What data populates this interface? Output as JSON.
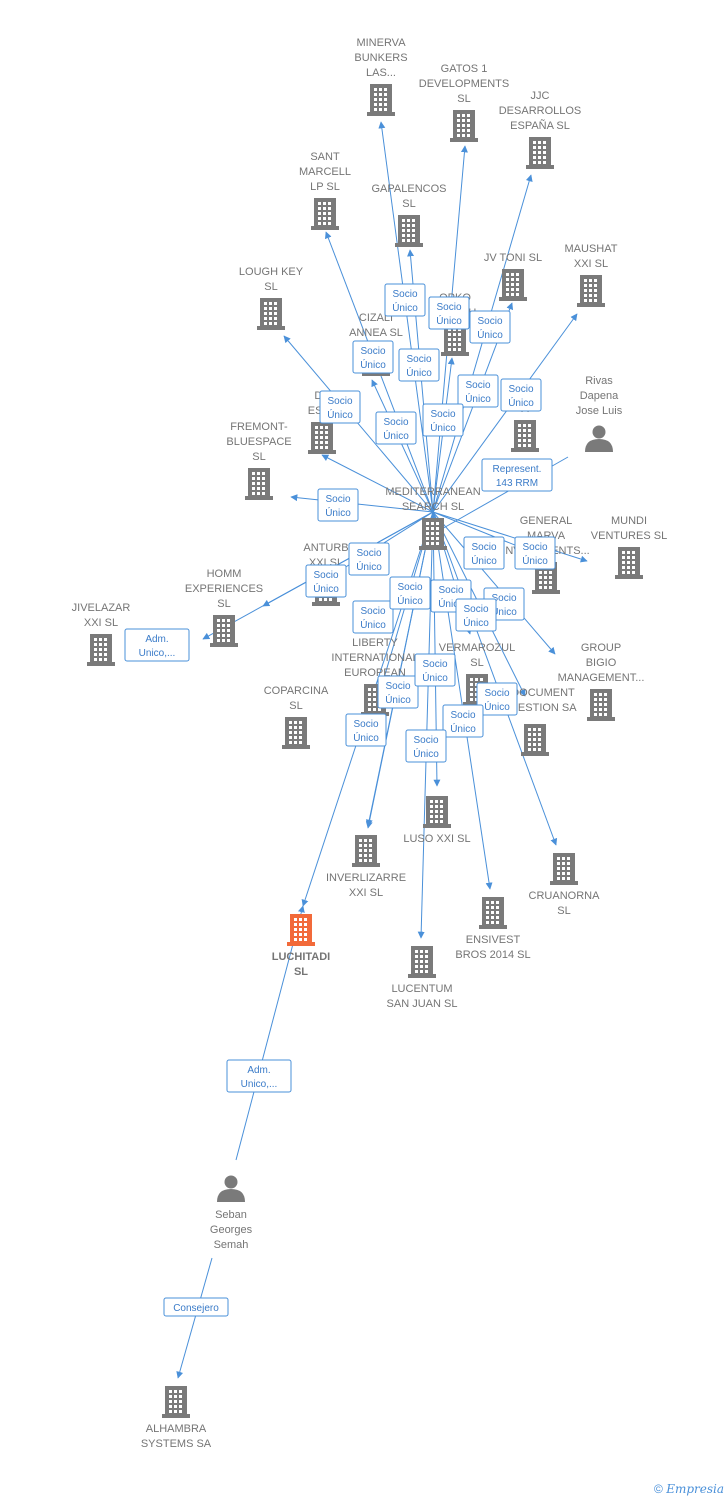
{
  "colors": {
    "building": "#7a7a7a",
    "focus_building": "#f26a3a",
    "person": "#7a7a7a",
    "edge": "#4a90d9",
    "edge_label_text": "#3a7bc8",
    "node_label": "#757575"
  },
  "footer": {
    "copyright": "©",
    "brand": "Empresia"
  },
  "nodes": [
    {
      "id": "minerva",
      "label": [
        "MINERVA",
        "BUNKERS",
        "LAS..."
      ],
      "kind": "company"
    },
    {
      "id": "gatos",
      "label": [
        "GATOS 1",
        "DEVELOPMENTS",
        "SL"
      ],
      "kind": "company"
    },
    {
      "id": "jjc",
      "label": [
        "JJC",
        "DESARROLLOS",
        "ESPAÑA SL"
      ],
      "kind": "company"
    },
    {
      "id": "santmarcell",
      "label": [
        "SANT",
        "MARCELL",
        "LP SL"
      ],
      "kind": "company"
    },
    {
      "id": "gapalencos",
      "label": [
        "GAPALENCOS",
        "SL"
      ],
      "kind": "company"
    },
    {
      "id": "jvtoni",
      "label": [
        "JV TONI SL"
      ],
      "kind": "company"
    },
    {
      "id": "maushat",
      "label": [
        "MAUSHAT",
        "XXI SL"
      ],
      "kind": "company"
    },
    {
      "id": "loughkey",
      "label": [
        "LOUGH KEY",
        "SL"
      ],
      "kind": "company"
    },
    {
      "id": "opko",
      "label": [
        "OPKO",
        "HEALTH"
      ],
      "kind": "company"
    },
    {
      "id": "cizali",
      "label": [
        "CIZALI",
        "ANNEA SL"
      ],
      "kind": "company"
    },
    {
      "id": "despa",
      "label": [
        "DE",
        "ESPA"
      ],
      "kind": "company"
    },
    {
      "id": "hidden_a",
      "label": [
        "A"
      ],
      "kind": "company"
    },
    {
      "id": "rivas",
      "label": [
        "Rivas",
        "Dapena",
        "Jose Luis"
      ],
      "kind": "person"
    },
    {
      "id": "fremont",
      "label": [
        "FREMONT-",
        "BLUESPACE",
        "SL"
      ],
      "kind": "company"
    },
    {
      "id": "mediterranean",
      "label": [
        "MEDITERRANEAN",
        "SEARCH SL"
      ],
      "kind": "company"
    },
    {
      "id": "generalmarva",
      "label": [
        "GENERAL",
        "MARVA",
        "INVESTMENTS..."
      ],
      "kind": "company"
    },
    {
      "id": "mundi",
      "label": [
        "MUNDI",
        "VENTURES SL"
      ],
      "kind": "company"
    },
    {
      "id": "anturb",
      "label": [
        "ANTURB",
        "XXI SL"
      ],
      "kind": "company"
    },
    {
      "id": "homm",
      "label": [
        "HOMM",
        "EXPERIENCES",
        "SL"
      ],
      "kind": "company"
    },
    {
      "id": "jivelazar",
      "label": [
        "JIVELAZAR",
        "XXI SL"
      ],
      "kind": "company"
    },
    {
      "id": "group",
      "label": [
        "GROUP",
        "BIGIO",
        "MANAGEMENT..."
      ],
      "kind": "company"
    },
    {
      "id": "liberty",
      "label": [
        "LIBERTY",
        "INTERNATIONAL",
        "EUROPEAN"
      ],
      "kind": "company"
    },
    {
      "id": "vermarozul",
      "label": [
        "VERMAROZUL",
        "SL"
      ],
      "kind": "company"
    },
    {
      "id": "coparcina",
      "label": [
        "COPARCINA",
        "SL"
      ],
      "kind": "company"
    },
    {
      "id": "document",
      "label": [
        "DOCUMENT",
        "GESTION SA"
      ],
      "kind": "company"
    },
    {
      "id": "lusoxxi",
      "label": [
        "LUSO XXI SL"
      ],
      "kind": "company"
    },
    {
      "id": "inverlizarre",
      "label": [
        "INVERLIZARRE",
        "XXI SL"
      ],
      "kind": "company"
    },
    {
      "id": "cruanorna",
      "label": [
        "CRUANORNA",
        "SL"
      ],
      "kind": "company"
    },
    {
      "id": "ensivest",
      "label": [
        "ENSIVEST",
        "BROS 2014 SL"
      ],
      "kind": "company"
    },
    {
      "id": "luchitadi",
      "label": [
        "LUCHITADI",
        "SL"
      ],
      "kind": "focus"
    },
    {
      "id": "lucentum",
      "label": [
        "LUCENTUM",
        "SAN JUAN SL"
      ],
      "kind": "company"
    },
    {
      "id": "seban",
      "label": [
        "Seban",
        "Georges",
        "Semah"
      ],
      "kind": "person"
    },
    {
      "id": "alhambra",
      "label": [
        "ALHAMBRA",
        "SYSTEMS SA"
      ],
      "kind": "company"
    }
  ],
  "edges": [
    {
      "from": "mediterranean",
      "to": "minerva",
      "label": [
        "Socio",
        "Único"
      ]
    },
    {
      "from": "mediterranean",
      "to": "gatos",
      "label": [
        "Socio",
        "Único"
      ]
    },
    {
      "from": "mediterranean",
      "to": "jjc",
      "label": [
        "Socio",
        "Único"
      ]
    },
    {
      "from": "mediterranean",
      "to": "santmarcell",
      "label": [
        "Socio",
        "Único"
      ]
    },
    {
      "from": "mediterranean",
      "to": "gapalencos",
      "label": [
        "Socio",
        "Único"
      ]
    },
    {
      "from": "mediterranean",
      "to": "jvtoni",
      "label": [
        "Socio",
        "Único"
      ]
    },
    {
      "from": "mediterranean",
      "to": "maushat",
      "label": [
        "Socio",
        "Único"
      ]
    },
    {
      "from": "mediterranean",
      "to": "loughkey",
      "label": [
        "Socio",
        "Único"
      ]
    },
    {
      "from": "mediterranean",
      "to": "opko",
      "label": [
        "Socio",
        "Único"
      ]
    },
    {
      "from": "mediterranean",
      "to": "cizali",
      "label": [
        "Socio",
        "Único"
      ]
    },
    {
      "from": "mediterranean",
      "to": "despa",
      "label": [
        "Socio",
        "Único"
      ]
    },
    {
      "from": "mediterranean",
      "to": "fremont",
      "label": [
        "Socio",
        "Único"
      ]
    },
    {
      "from": "rivas",
      "to": "mediterranean",
      "label": [
        "Represent.",
        "143 RRM"
      ]
    },
    {
      "from": "mediterranean",
      "to": "generalmarva",
      "label": [
        "Socio",
        "Único"
      ]
    },
    {
      "from": "mediterranean",
      "to": "mundi",
      "label": [
        "Socio",
        "Único"
      ]
    },
    {
      "from": "mediterranean",
      "to": "anturb",
      "label": [
        "Socio",
        "Único"
      ]
    },
    {
      "from": "mediterranean",
      "to": "homm",
      "label": [
        "Socio",
        "Único"
      ]
    },
    {
      "from": "mediterranean",
      "to": "group",
      "label": [
        "Socio",
        "Único"
      ]
    },
    {
      "from": "mediterranean",
      "to": "liberty",
      "label": [
        "Socio",
        "Único"
      ]
    },
    {
      "from": "mediterranean",
      "to": "vermarozul",
      "label": [
        "Socio",
        "Único"
      ]
    },
    {
      "from": "mediterranean",
      "to": "coparcina",
      "label": [
        "Socio",
        "Único"
      ]
    },
    {
      "from": "mediterranean",
      "to": "document",
      "label": [
        "Socio",
        "Único"
      ]
    },
    {
      "from": "mediterranean",
      "to": "lusoxxi",
      "label": [
        "Socio",
        "Único"
      ]
    },
    {
      "from": "mediterranean",
      "to": "inverlizarre",
      "label": [
        "Socio",
        "Único"
      ]
    },
    {
      "from": "mediterranean",
      "to": "cruanorna",
      "label": [
        "Socio",
        "Único"
      ]
    },
    {
      "from": "mediterranean",
      "to": "ensivest",
      "label": [
        "Socio",
        "Único"
      ]
    },
    {
      "from": "mediterranean",
      "to": "luchitadi",
      "label": [
        "Socio",
        "Único"
      ]
    },
    {
      "from": "mediterranean",
      "to": "lucentum",
      "label": [
        "Socio",
        "Único"
      ]
    },
    {
      "from": "mediterranean",
      "to": "jivelazar",
      "label": [
        "Adm.",
        "Unico,..."
      ]
    },
    {
      "from": "seban",
      "to": "luchitadi",
      "label": [
        "Adm.",
        "Unico,..."
      ]
    },
    {
      "from": "seban",
      "to": "alhambra",
      "label": [
        "Consejero"
      ]
    }
  ]
}
